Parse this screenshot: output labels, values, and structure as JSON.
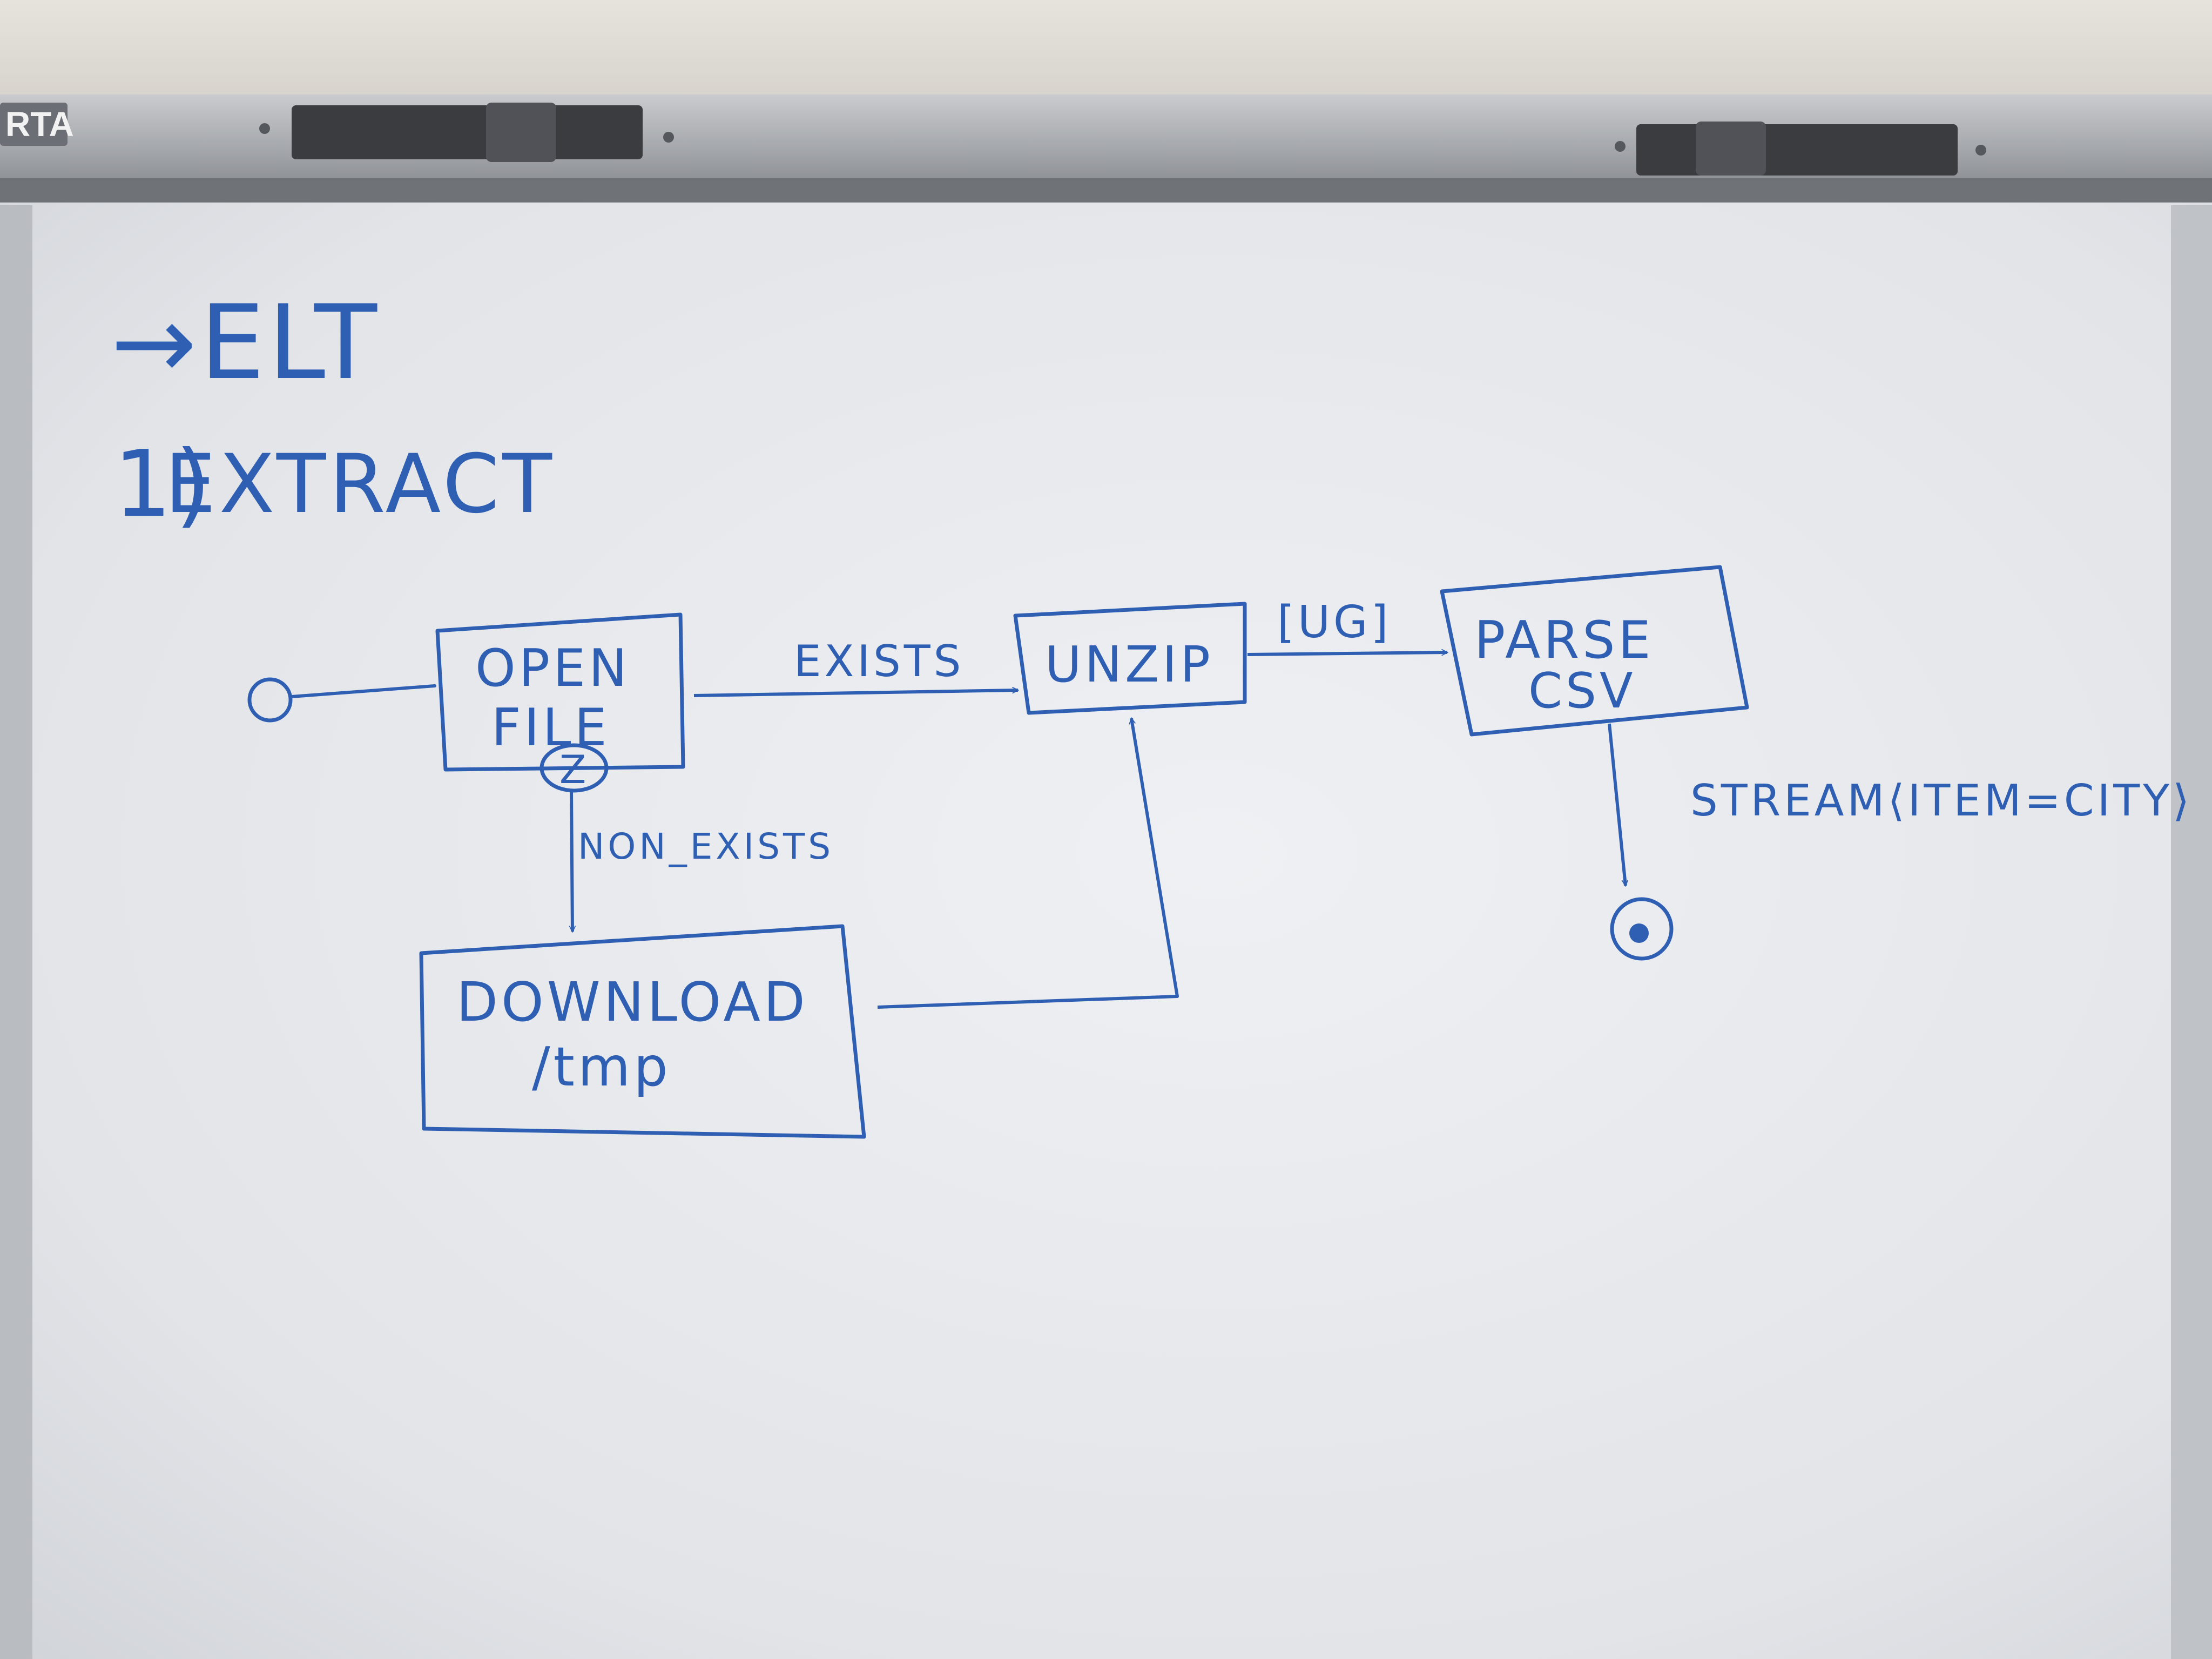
{
  "colors": {
    "marker_blue": "#2f5fb3",
    "board_white": "#e9ebee",
    "wall": "#e4e1db",
    "frame_metal": "#a3a6aa"
  },
  "rail": {
    "brand_text": "RTA"
  },
  "heading": {
    "title": "→ELT",
    "step_number": "1)",
    "step_label": "EXTRACT"
  },
  "nodes": {
    "open_file": [
      "OPEN",
      "FILE"
    ],
    "open_file_badge": "Z",
    "unzip": "UNZIP",
    "parse_csv": [
      "PARSE",
      "CSV"
    ],
    "download": [
      "DOWNLOAD",
      "/tmp"
    ]
  },
  "edges": {
    "exists": "EXISTS",
    "non_exists": "NON_EXISTS",
    "guard": "[UG]",
    "stream": "STREAM⟨ITEM=CITY⟩"
  },
  "markers": {
    "start": "initial-node-icon",
    "end": "final-node-icon"
  }
}
